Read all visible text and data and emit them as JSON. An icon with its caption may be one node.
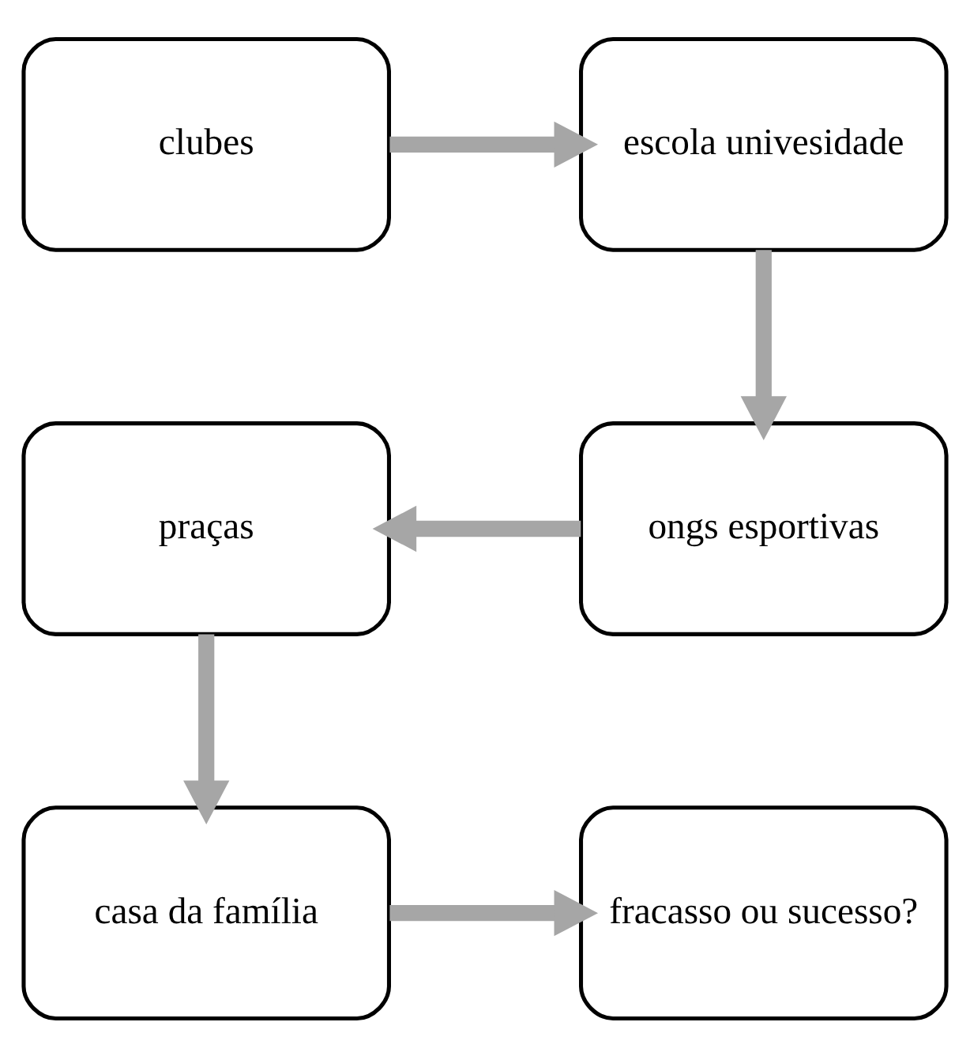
{
  "diagram": {
    "nodes": [
      {
        "text": [
          "clubes"
        ]
      },
      {
        "text": [
          "escola univesidade"
        ]
      },
      {
        "text": [
          "praças"
        ]
      },
      {
        "text": [
          "ongs esportivas"
        ]
      },
      {
        "text": [
          "casa da família"
        ]
      },
      {
        "text": [
          "fracasso ou sucesso?"
        ]
      }
    ],
    "edges": [
      {
        "from": 0,
        "to": 1,
        "arrow": "to"
      },
      {
        "from": 1,
        "to": 3,
        "arrow": "to"
      },
      {
        "from": 3,
        "to": 2,
        "arrow": "to"
      },
      {
        "from": 2,
        "to": 4,
        "arrow": "to"
      },
      {
        "from": 4,
        "to": 5,
        "arrow": "to"
      }
    ]
  }
}
